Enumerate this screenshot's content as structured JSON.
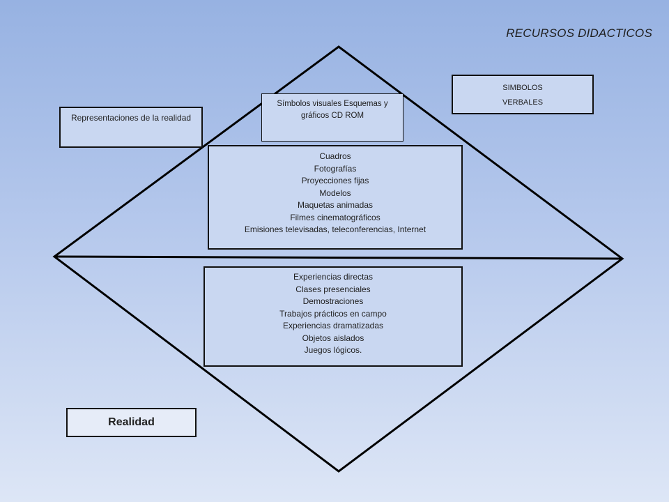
{
  "title": "RECURSOS DIDACTICOS",
  "simbolos_verbales": {
    "lines": [
      "SIMBOLOS",
      "VERBALES"
    ]
  },
  "simbolos_visuales": {
    "text": "Símbolos visuales Esquemas y gráficos CD ROM"
  },
  "representaciones": {
    "text": "Representaciones de la realidad"
  },
  "cuadros": {
    "lines": [
      "Cuadros",
      "Fotografías",
      "Proyecciones fijas",
      "Modelos",
      "Maquetas animadas",
      "Filmes cinematográficos",
      "Emisiones televisadas, teleconferencias, Internet"
    ]
  },
  "experiencias": {
    "lines": [
      "Experiencias directas",
      "Clases presenciales",
      "Demostraciones",
      "Trabajos prácticos en campo",
      "Experiencias dramatizadas",
      "Objetos aislados",
      "Juegos lógicos."
    ]
  },
  "realidad": {
    "label": "Realidad"
  },
  "colors": {
    "line": "#000000",
    "box_fill": "#c9d7f1",
    "realidad_fill": "#e6ecf8"
  }
}
